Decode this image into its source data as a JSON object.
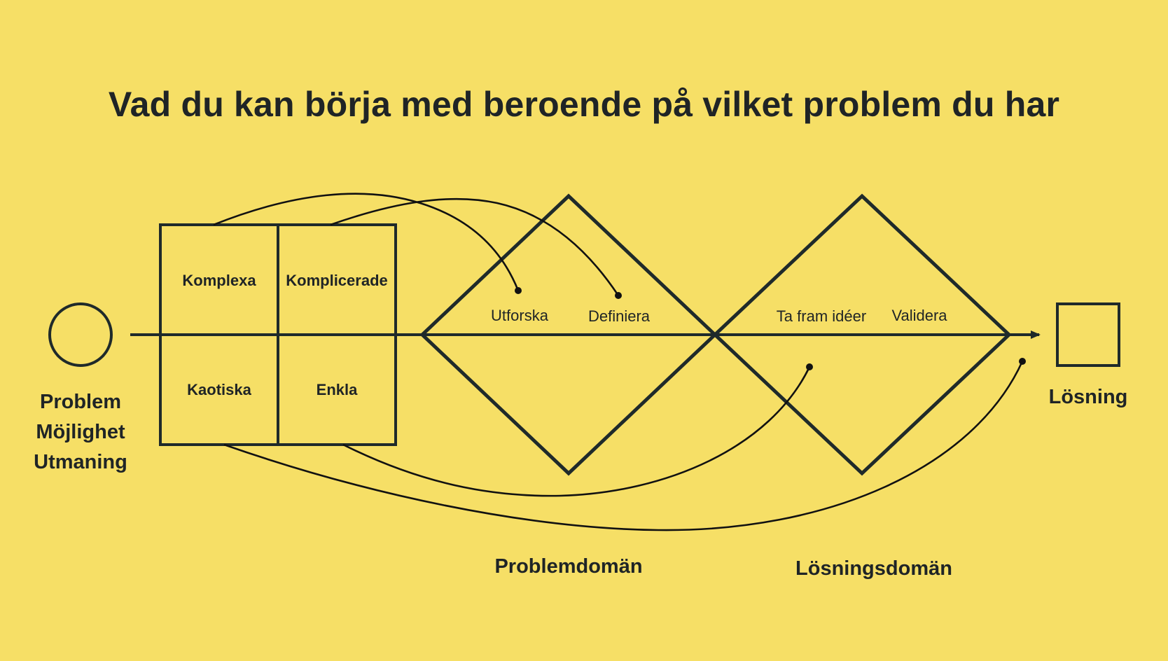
{
  "title": "Vad du kan börja med beroende på vilket problem du har",
  "start": {
    "lines": [
      "Problem",
      "Möjlighet",
      "Utmaning"
    ]
  },
  "end": {
    "label": "Lösning"
  },
  "matrix": {
    "top_left": "Komplexa",
    "top_right": "Komplicerade",
    "bottom_left": "Kaotiska",
    "bottom_right": "Enkla"
  },
  "problem_domain": {
    "label": "Problemdomän",
    "steps": [
      "Utforska",
      "Definiera"
    ]
  },
  "solution_domain": {
    "label": "Lösningsdomän",
    "steps": [
      "Ta fram idéer",
      "Validera"
    ]
  },
  "colors": {
    "background": "#f6df66",
    "stroke": "#1f2a2a",
    "text": "#1f2426"
  }
}
